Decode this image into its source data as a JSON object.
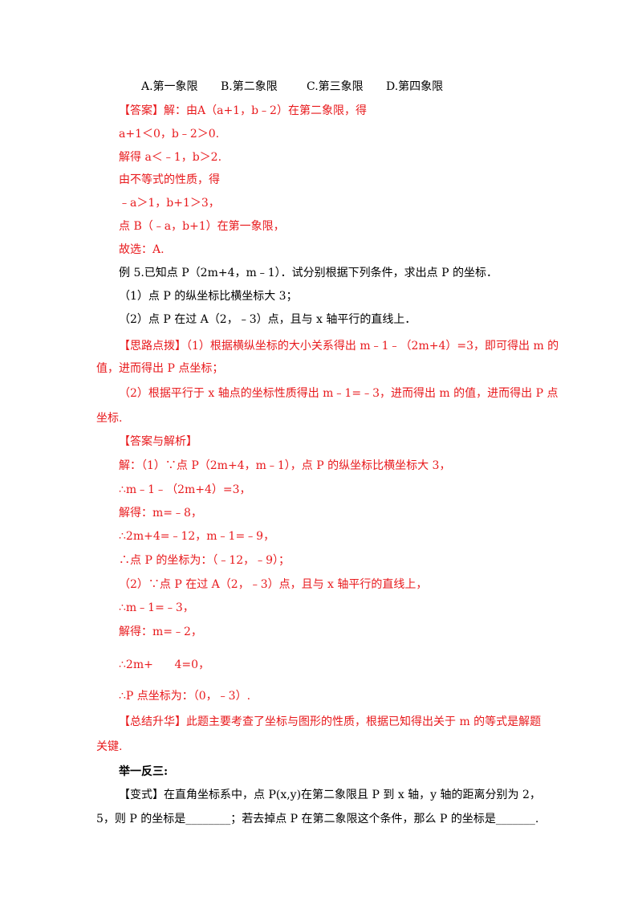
{
  "options": [
    "A.第一象限",
    "B.第二象限",
    "C.第三象限",
    "D.第四象限"
  ],
  "answer4": [
    "【答案】解：由A（a+1，b﹣2）在第二象限，得",
    "a+1＜0，b﹣2＞0.",
    "解得 a＜﹣1，b＞2.",
    "由不等式的性质，得",
    "﹣a＞1，b+1＞3，",
    "点 B（﹣a，b+1）在第一象限，",
    "故选：A."
  ],
  "example5": {
    "title": "例 5.已知点 P（2m+4，m﹣1）．试分别根据下列条件，求出点 P 的坐标．",
    "q1": "（1）点 P 的纵坐标比横坐标大 3；",
    "q2": "（2）点 P 在过 A（2，﹣3）点，且与 x 轴平行的直线上．"
  },
  "hint": {
    "line1": "【思路点拨】（1）根据横纵坐标的大小关系得出 m﹣1﹣（2m+4）=3，即可得出 m 的",
    "line2": "值，进而得出 P 点坐标；",
    "line3": "（2）根据平行于 x 轴点的坐标性质得出 m﹣1=﹣3，进而得出 m 的值，进而得出 P 点",
    "line4": "坐标."
  },
  "solution": {
    "header": "【答案与解析】",
    "lines": [
      "解：（1）∵点 P（2m+4，m﹣1），点 P 的纵坐标比横坐标大 3，",
      "∴m﹣1﹣（2m+4）=3，",
      "解得：m=﹣8，",
      "∴2m+4=﹣12，m﹣1=﹣9，",
      "∴点 P 的坐标为：（﹣12，﹣9）；",
      "（2）∵点 P 在过 A（2，﹣3）点，且与 x 轴平行的直线上，",
      "∴m﹣1=﹣3，",
      "解得：m=﹣2，",
      "∴2m+      4=0，",
      "∴P 点坐标为：（0，﹣3）."
    ]
  },
  "summary": {
    "line1": "【总结升华】此题主要考查了坐标与图形的性质，根据已知得出关于 m 的等式是解题",
    "line2": "关键."
  },
  "practice": {
    "header": "举一反三:",
    "line1": "【变式】在直角坐标系中，点 P(x,y)在第二象限且 P 到 x 轴，y 轴的距离分别为 2，",
    "line2": "5，则 P 的坐标是________；若去掉点 P 在第二象限这个条件，那么 P 的坐标是_______."
  }
}
